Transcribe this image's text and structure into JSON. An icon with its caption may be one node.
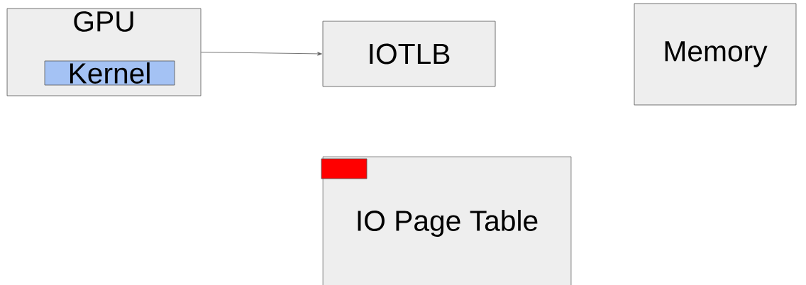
{
  "diagram": {
    "nodes": [
      {
        "text": [
          "GPU"
        ]
      },
      {
        "text": [
          "Kernel"
        ],
        "in": 0
      },
      {
        "text": [
          "IOTLB"
        ]
      },
      {
        "text": [
          "Memory"
        ]
      },
      {
        "text": [
          "IO Page Table"
        ]
      },
      {
        "text": [],
        "shape": "box",
        "in": 4
      }
    ],
    "edges": [
      {
        "from": 0,
        "to": 2,
        "arrow": "to"
      }
    ]
  }
}
